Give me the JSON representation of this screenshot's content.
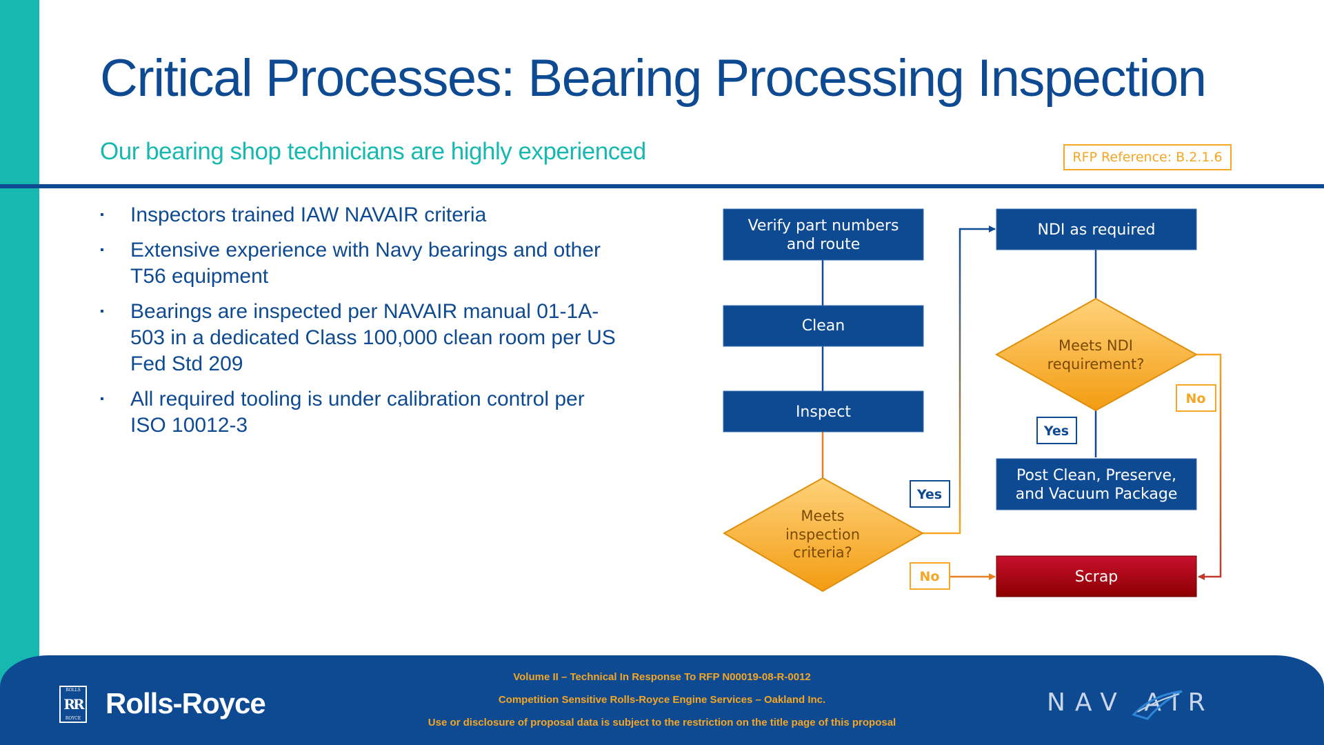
{
  "slide": {
    "title": "Critical Processes: Bearing Processing Inspection",
    "subtitle": "Our bearing shop technicians are highly experienced",
    "rfp_reference": "RFP Reference: B.2.1.6"
  },
  "bullets": [
    {
      "marker": "▪",
      "text": "Inspectors trained IAW NAVAIR criteria"
    },
    {
      "marker": "▪",
      "text": "Extensive experience with Navy bearings and other T56 equipment"
    },
    {
      "marker": "▪",
      "text": "Bearings are inspected per NAVAIR manual 01-1A-503 in a dedicated Class 100,000 clean room per US Fed Std 209"
    },
    {
      "marker": "▪",
      "text": "All required tooling is under calibration control per ISO 10012-3"
    }
  ],
  "flowchart": {
    "verify": [
      "Verify part numbers",
      "and route"
    ],
    "clean": "Clean",
    "inspect": "Inspect",
    "meets_inspection": [
      "Meets",
      "inspection",
      "criteria?"
    ],
    "ndi": "NDI as required",
    "meets_ndi": [
      "Meets NDI",
      "requirement?"
    ],
    "post_clean": [
      "Post Clean, Preserve,",
      "and Vacuum Package"
    ],
    "scrap": "Scrap",
    "yes_left": "Yes",
    "no_left": "No",
    "yes_right": "Yes",
    "no_right": "No"
  },
  "footer": {
    "line1": "Volume II – Technical In Response To RFP N00019-08-R-0012",
    "line2": "Competition Sensitive Rolls-Royce Engine Services – Oakland Inc.",
    "line3": "Use or disclosure of proposal data is subject to the restriction on the title page of this proposal",
    "rr_badge_top": "ROLLS",
    "rr_badge_mid": "RR",
    "rr_badge_bottom": "ROYCE",
    "rolls_royce": "Rolls-Royce",
    "navair": "NAV AIR"
  },
  "colors": {
    "navy": "#0e4a92",
    "teal": "#17b8b0",
    "orange": "#f5a623",
    "scrap_red": "#b30000"
  }
}
